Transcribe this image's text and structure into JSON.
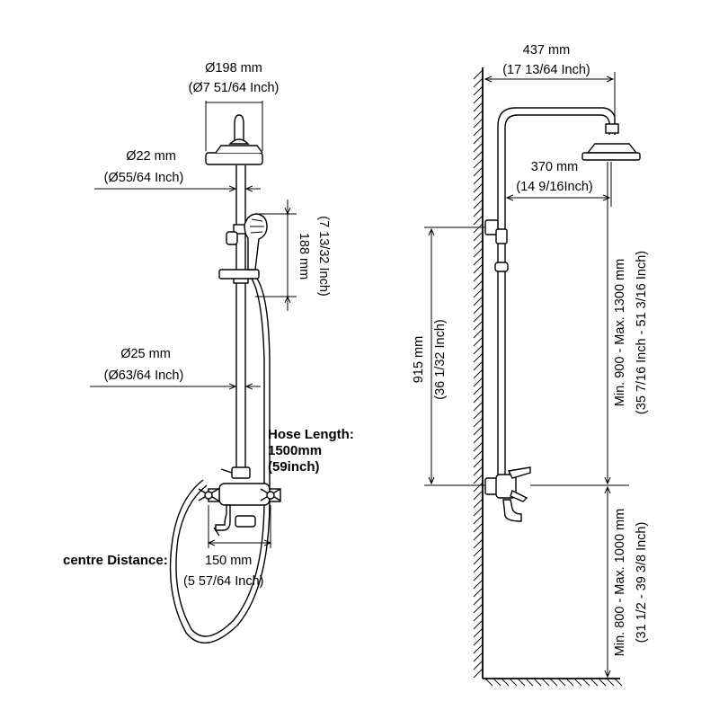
{
  "front": {
    "head_diameter": {
      "mm": "Ø198 mm",
      "inch": "(Ø7 51/64 Inch)"
    },
    "pipe_top_diameter": {
      "mm": "Ø22 mm",
      "inch": "(Ø55/64 Inch)"
    },
    "handshower_length": {
      "mm": "188 mm",
      "inch": "(7 13/32 Inch)"
    },
    "pipe_bottom_diameter": {
      "mm": "Ø25 mm",
      "inch": "(Ø63/64 Inch)"
    },
    "hose": {
      "label": "Hose Length:",
      "mm": "1500mm",
      "inch": "(59inch)"
    },
    "centre_distance": {
      "label": "centre Distance:",
      "mm": "150 mm",
      "inch": "(5 57/64 Inch)"
    }
  },
  "side": {
    "arm_length": {
      "mm": "437 mm",
      "inch": "(17 13/64 Inch)"
    },
    "head_offset": {
      "mm": "370 mm",
      "inch": "(14 9/16Inch)"
    },
    "bracket_spacing": {
      "mm": "915 mm",
      "inch": "(36 1/32 Inch)"
    },
    "head_height": {
      "range": "Min. 900 - Max. 1300 mm",
      "inch": "(35 7/16 Inch - 51 3/16 Inch)"
    },
    "mixer_height": {
      "range": "Min. 800 - Max. 1000 mm",
      "inch": "(31 1/2 - 39 3/8 Inch)"
    }
  }
}
